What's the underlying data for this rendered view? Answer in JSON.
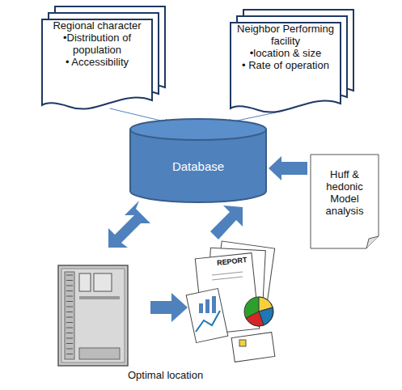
{
  "diagram": {
    "nodes": [
      {
        "text": [
          "Regional character",
          "•Distribution of population",
          "• Accessibility"
        ]
      },
      {
        "text": [
          "Neighbor Performing facility",
          "•location & size",
          "• Rate of operation"
        ]
      },
      {
        "text": [
          "Database"
        ]
      },
      {
        "text": [
          "Huff & hedonic Model analysis"
        ]
      }
    ],
    "edges": [
      {
        "from": 0,
        "to": 2,
        "arrow": "to"
      },
      {
        "from": 1,
        "to": 2,
        "arrow": "to"
      },
      {
        "from": 3,
        "to": 2,
        "arrow": "to"
      }
    ],
    "labels": [
      "Optimal location",
      "REPORT"
    ]
  }
}
